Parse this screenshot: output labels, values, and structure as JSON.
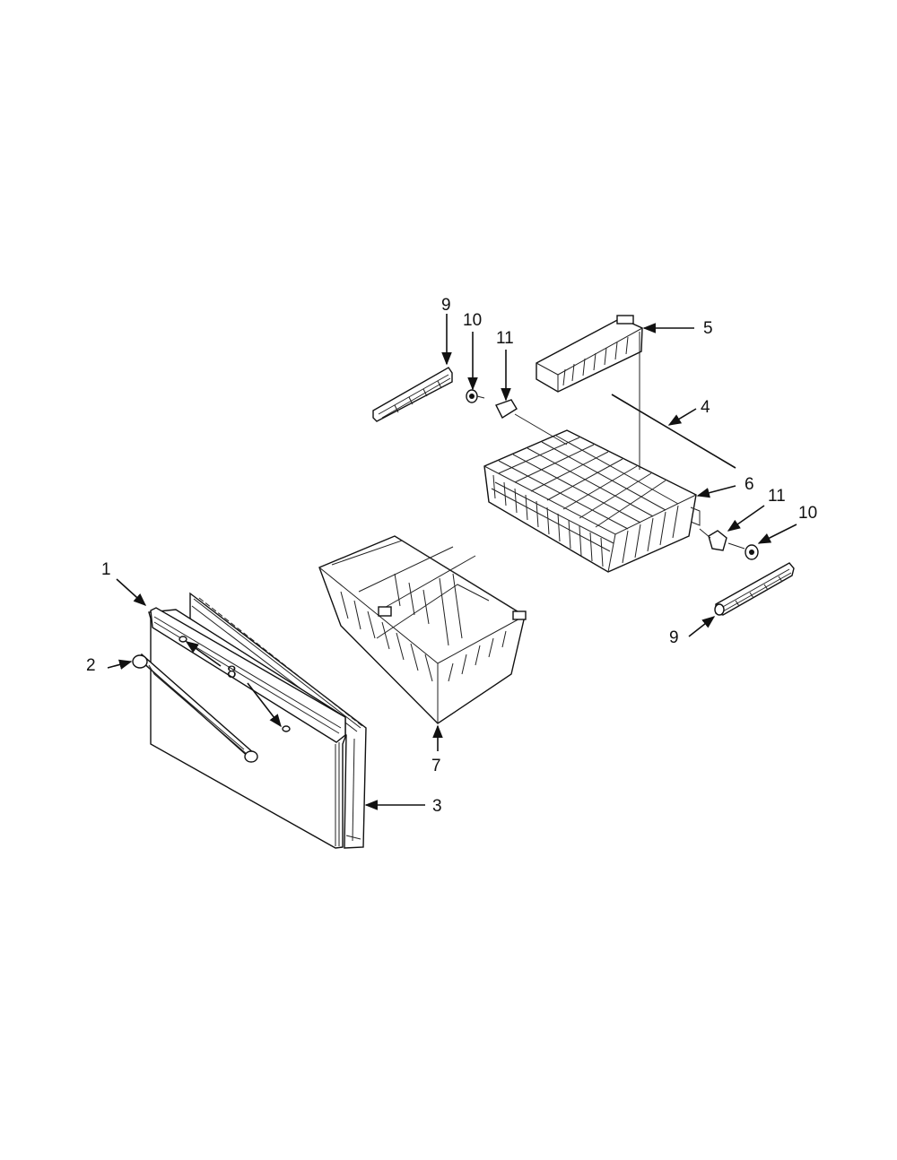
{
  "callouts": {
    "c1": "1",
    "c2": "2",
    "c3": "3",
    "c4": "4",
    "c5": "5",
    "c6": "6",
    "c7": "7",
    "c8": "8",
    "c9_top": "9",
    "c9_right": "9",
    "c10_top": "10",
    "c10_right": "10",
    "c11_top": "11",
    "c11_right": "11"
  }
}
